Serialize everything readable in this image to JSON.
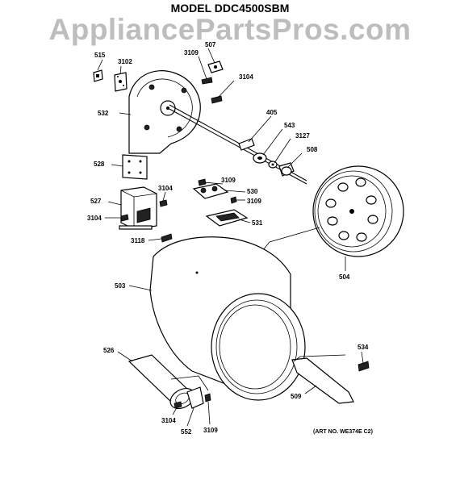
{
  "title": "MODEL DDC4500SBM",
  "watermark": "AppliancePartsPros.com",
  "art_number": "(ART NO. WE374E C2)",
  "labels": {
    "p515": "515",
    "p3102": "3102",
    "p3109a": "3109",
    "p507": "507",
    "p3104a": "3104",
    "p532": "532",
    "p405": "405",
    "p543": "543",
    "p3127": "3127",
    "p508": "508",
    "p528": "528",
    "p3104b": "3104",
    "p3109b": "3109",
    "p530": "530",
    "p3109c": "3109",
    "p527": "527",
    "p3104c": "3104",
    "p531": "531",
    "p3118": "3118",
    "p503": "503",
    "p504": "504",
    "p526": "526",
    "p534": "534",
    "p509": "509",
    "p3104d": "3104",
    "p552": "552",
    "p3109d": "3109"
  }
}
